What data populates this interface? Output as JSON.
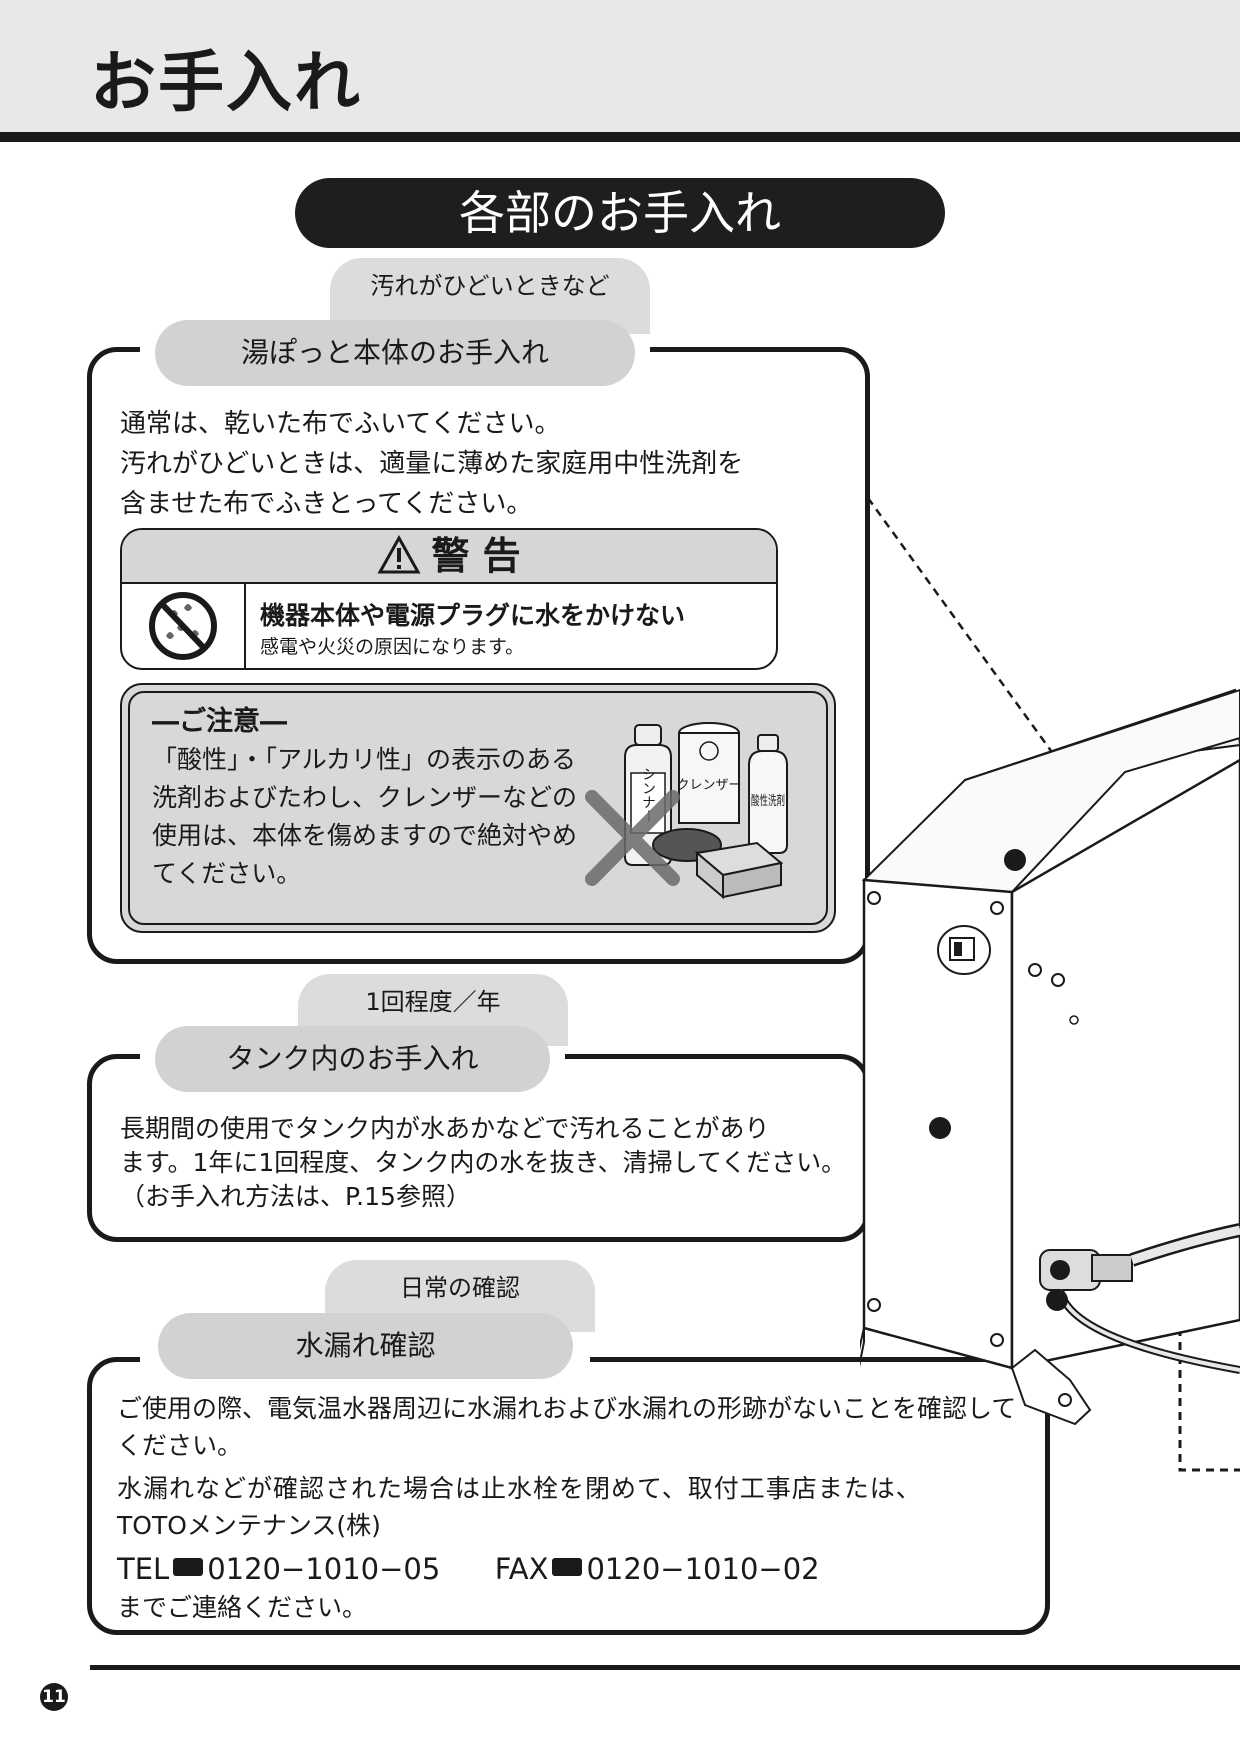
{
  "header": {
    "chapter_title": "お手入れ"
  },
  "section": {
    "title": "各部のお手入れ"
  },
  "body_care": {
    "tag": "汚れがひどいときなど",
    "title": "湯ぽっと本体のお手入れ",
    "lines": [
      "通常は、乾いた布でふいてください。",
      "汚れがひどいときは、適量に薄めた家庭用中性洗剤を",
      "含ませた布でふきとってください。"
    ],
    "warning": {
      "heading": "警 告",
      "icon": "no-water-icon",
      "main": "機器本体や電源プラグに水をかけない",
      "sub": "感電や火災の原因になります。"
    },
    "caution": {
      "title": "―ご注意―",
      "lines": [
        "「酸性」・「アルカリ性」の表示のある",
        "洗剤およびたわし、クレンザーなどの",
        "使用は、本体を傷めますので絶対やめ",
        "てください。"
      ],
      "bottle_labels": {
        "thinner": "シンナー",
        "cleanser": "クレンザー",
        "acid": "酸性洗剤"
      }
    }
  },
  "tank_care": {
    "tag": "1回程度／年",
    "title": "タンク内のお手入れ",
    "lines": [
      "長期間の使用でタンク内が水あかなどで汚れることがあり",
      "ます。1年に1回程度、タンク内の水を抜き、清掃してください。",
      "（お手入れ方法は、P.15参照）"
    ]
  },
  "leak_check": {
    "tag": "日常の確認",
    "title": "水漏れ確認",
    "lines": [
      "ご使用の際、電気温水器周辺に水漏れおよび水漏れの形跡がないことを確認して",
      "ください。",
      "水漏れなどが確認された場合は止水栓を閉めて、取付工事店または、",
      "TOTOメンテナンス(株)"
    ],
    "tel_label": "TEL",
    "tel_number": "0120−1010−05",
    "fax_label": "FAX",
    "fax_number": "0120−1010−02",
    "closing": "までご連絡ください。"
  },
  "footer": {
    "page_number": "11"
  }
}
